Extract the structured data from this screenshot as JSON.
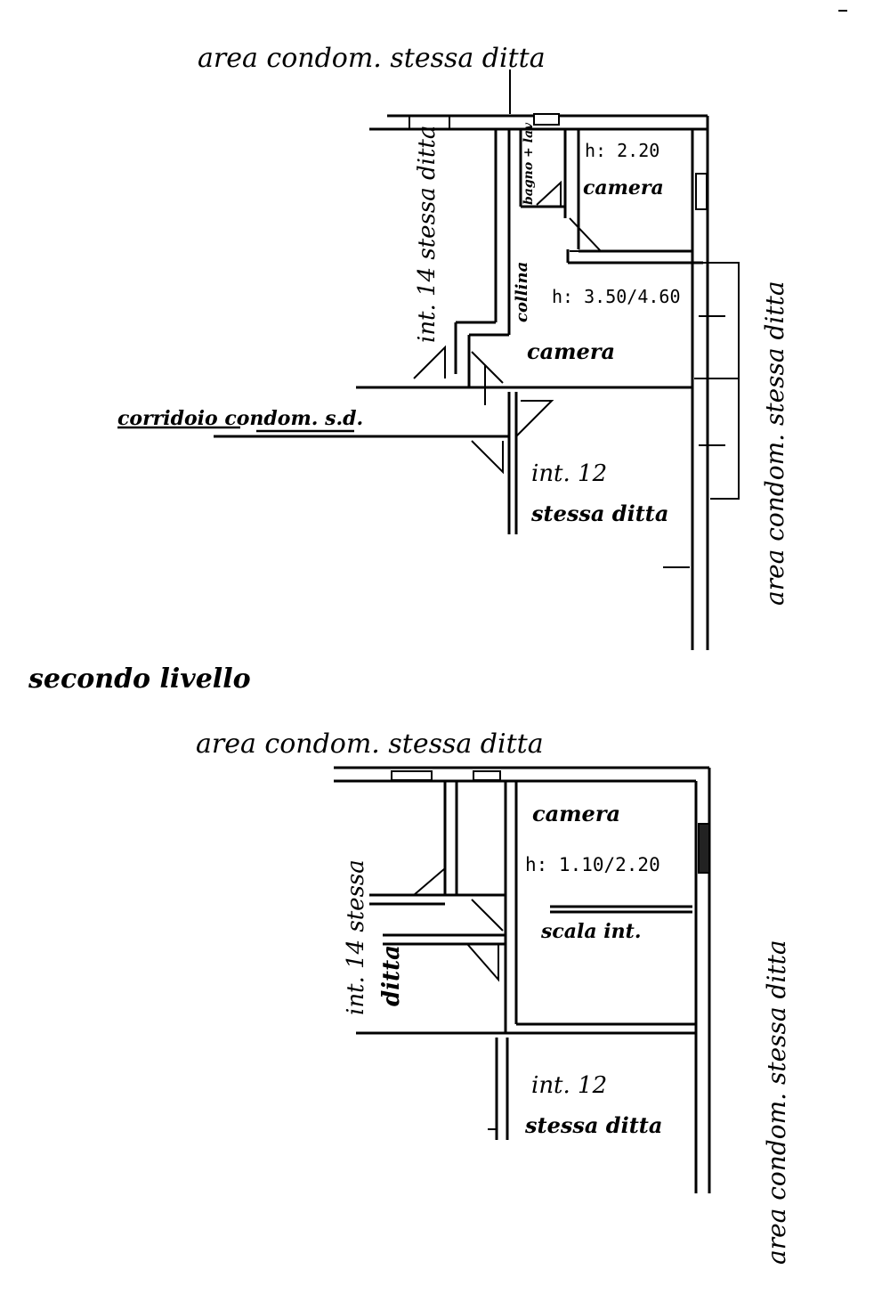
{
  "floor_1": {
    "top_label": "area condom. stessa ditta",
    "right_label": "area condom. stessa ditta",
    "left_unit": "int. 14 stessa ditta",
    "corridor": "corridoio condom. s.d.",
    "bagno": "bagno + lav",
    "collina": "collina",
    "room_upper_height": "h: 2.20",
    "room_upper_name": "camera",
    "room_main_height": "h: 3.50/4.60",
    "room_main_name": "camera",
    "unit_12_line1": "int. 12",
    "unit_12_line2": "stessa ditta"
  },
  "level_title": "secondo livello",
  "floor_2": {
    "top_label": "area condom. stessa ditta",
    "right_label": "area condom. stessa ditta",
    "left_unit_line1": "int. 14 stessa",
    "left_unit_line2": "ditta",
    "room_name": "camera",
    "room_height": "h: 1.10/2.20",
    "stair_label": "scala int.",
    "unit_12_line1": "int. 12",
    "unit_12_line2": "stessa ditta"
  }
}
